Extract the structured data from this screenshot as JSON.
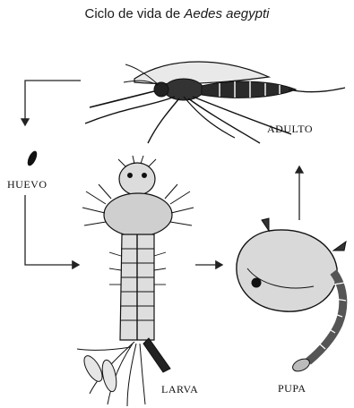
{
  "title": {
    "text": "Ciclo de vida de ",
    "species": "Aedes aegypti"
  },
  "stages": {
    "adult": "ADULTO",
    "egg": "HUEVO",
    "larva": "LARVA",
    "pupa": "PUPA"
  }
}
